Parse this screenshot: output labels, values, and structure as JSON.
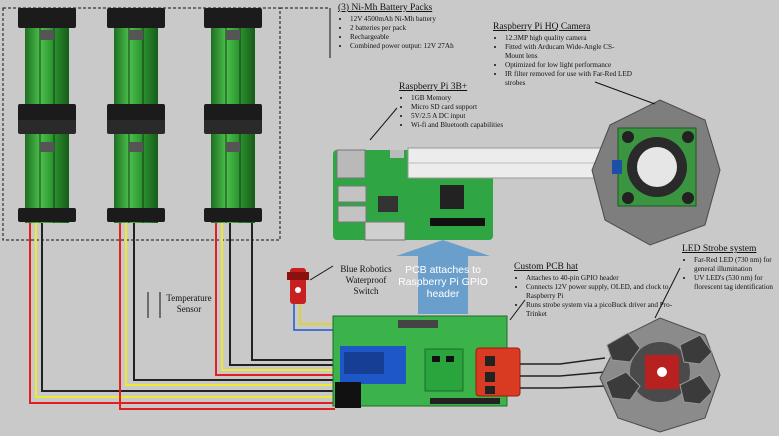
{
  "battery": {
    "title": "(3) Ni-Mh Battery Packs",
    "items": [
      "12V 4500mAh Ni-Mh battery",
      "2 batteries per pack",
      "Rechargeable",
      "Combined power output: 12V 27Ah"
    ]
  },
  "camera": {
    "title": "Raspberry Pi HQ Camera",
    "items": [
      "12.3MP high quality camera",
      "Fitted with Arducam Wide-Angle CS-Mount lens",
      "Optimized for low light performance",
      "IR filter removed  for use with Far-Red LED strobes"
    ]
  },
  "pi": {
    "title": "Raspberry Pi 3B+",
    "items": [
      "1GB Memory",
      "Micro SD card support",
      "5V/2.5 A DC input",
      "Wi-fi and Bluetooth capabilities"
    ]
  },
  "strobe": {
    "title": "LED Strobe system",
    "items": [
      "Far-Red LED (730 nm) for general illumination",
      "UV LED's (530 nm) for florescent tag identification"
    ]
  },
  "pcb": {
    "title": "Custom PCB hat",
    "items": [
      "Attaches to 40-pin GPIO header",
      "Connects 12V power supply, OLED, and clock to Raspberry Pi",
      "Runs strobe system via a picoBuck driver and Pro-Trinket"
    ]
  },
  "switch": {
    "label": "Blue Robotics Waterproof Switch"
  },
  "sensor": {
    "label": "Temperature Sensor"
  },
  "arrow": {
    "label": "PCB attaches to Raspberry Pi GPIO header"
  },
  "colors": {
    "battery_green": "#3aa83a",
    "pcb_green": "#3bb34a",
    "arrow_blue": "#6a9fcc",
    "wire_red": "#e02020",
    "wire_yellow": "#f2e830"
  }
}
